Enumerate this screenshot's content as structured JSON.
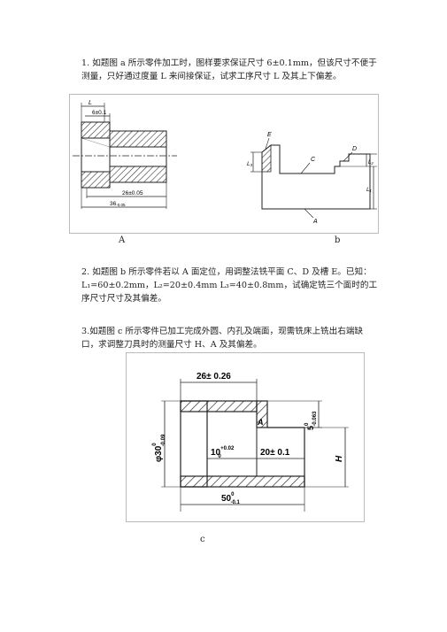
{
  "questions": {
    "q1": "1. 如题图 a 所示零件加工时，图样要求保证尺寸 6±0.1mm，但该尺寸不便于测量，只好通过度量 L 来间接保证，试求工序尺寸 L 及其上下偏差。",
    "q2": "2. 如题图 b 所示零件若以 A 面定位，用调整法铣平面 C、D 及槽 E。已知：L₁=60±0.2mm，L₂=20±0.4mm L₃=40±0.8mm，试确定铣三个面时的工序尺寸尺寸及其偏差。",
    "q3": "3.如题图 c 所示零件已加工完成外圆、内孔及端面，现需铣床上铣出右端缺口，求调整刀具时的测量尺寸 H、A 及其偏差。"
  },
  "captions": {
    "a": "A",
    "b": "b",
    "c": "c"
  },
  "figure_a": {
    "dim_L": "L",
    "dim_6": "6±0.1",
    "dim_26": "26±0.05",
    "dim_36": "36",
    "dim_36_tol": "-0.05"
  },
  "figure_b": {
    "label_E": "E",
    "label_C": "C",
    "label_D": "D",
    "label_A": "A",
    "dim_L3": "L₃",
    "dim_L2": "L₂",
    "dim_L1": "L₁"
  },
  "figure_c": {
    "dim_26": "26± 0.26",
    "dim_A": "A",
    "dim_5": "5",
    "dim_5_tol_up": "0",
    "dim_5_tol_low": "-0.063",
    "dim_phi30": "φ30",
    "dim_phi30_tol_up": "0",
    "dim_phi30_tol_low": "-0.09",
    "dim_10": "10",
    "dim_10_tol_up": "+0.02",
    "dim_10_tol_low": "0",
    "dim_20": "20± 0.1",
    "dim_H": "H",
    "dim_50": "50",
    "dim_50_tol_up": "0",
    "dim_50_tol_low": "-0.1"
  }
}
